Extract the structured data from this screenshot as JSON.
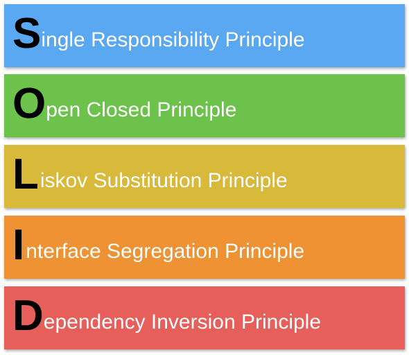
{
  "principles": [
    {
      "letter": "S",
      "rest": "ingle Responsibility Principle",
      "color": "#5aa8f2"
    },
    {
      "letter": "O",
      "rest": "pen Closed Principle",
      "color": "#6cc24a"
    },
    {
      "letter": "L",
      "rest": "iskov Substitution Principle",
      "color": "#d9b93a"
    },
    {
      "letter": "I",
      "rest": "nterface Segregation Principle",
      "color": "#ee9233"
    },
    {
      "letter": "D",
      "rest": "ependency Inversion Principle",
      "color": "#e75f5b"
    }
  ]
}
